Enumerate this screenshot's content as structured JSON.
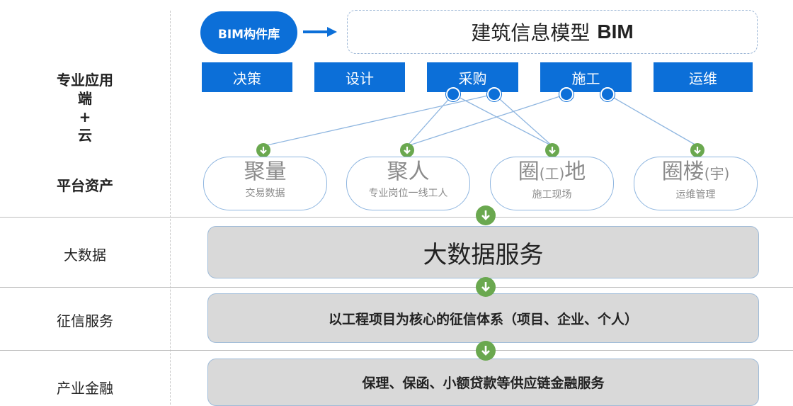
{
  "left_labels": {
    "app_lines": [
      "专业应用",
      "端",
      "+",
      "云"
    ],
    "platform_assets": "平台资产",
    "big_data": "大数据",
    "credit": "征信服务",
    "finance": "产业金融"
  },
  "top": {
    "bim_library": "BIM构件库",
    "bim_model_cn": "建筑信息模型",
    "bim_model_en": "BIM"
  },
  "tabs": [
    "决策",
    "设计",
    "采购",
    "施工",
    "运维"
  ],
  "assets": [
    {
      "title": "聚量",
      "title_suffix": "",
      "title_tail": "",
      "subtitle": "交易数据"
    },
    {
      "title": "聚人",
      "title_suffix": "",
      "title_tail": "",
      "subtitle": "专业岗位一线工人"
    },
    {
      "title": "圈",
      "title_suffix": "(工)",
      "title_tail": "地",
      "subtitle": "施工现场"
    },
    {
      "title": "圈楼",
      "title_suffix": "(宇)",
      "title_tail": "",
      "subtitle": "运维管理"
    }
  ],
  "layers": {
    "big_data_service": "大数据服务",
    "credit_system": "以工程项目为核心的征信体系（项目、企业、个人）",
    "finance_service": "保理、保函、小额贷款等供应链金融服务"
  },
  "colors": {
    "primary_blue": "#0c6fd8",
    "green_arrow": "#6aa84f",
    "gray_box": "#d9d9d9"
  }
}
